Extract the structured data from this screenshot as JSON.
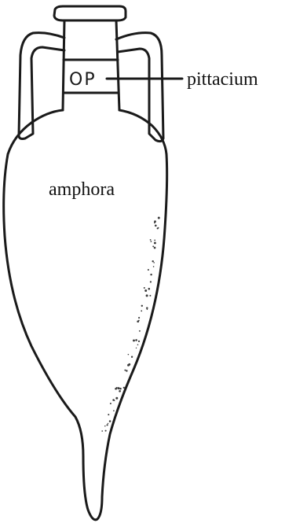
{
  "labels": {
    "vessel": "amphora",
    "tag": "pittacium"
  },
  "tag_inscription": "OP",
  "colors": {
    "ink": "#1a1a1a",
    "background": "#ffffff"
  }
}
